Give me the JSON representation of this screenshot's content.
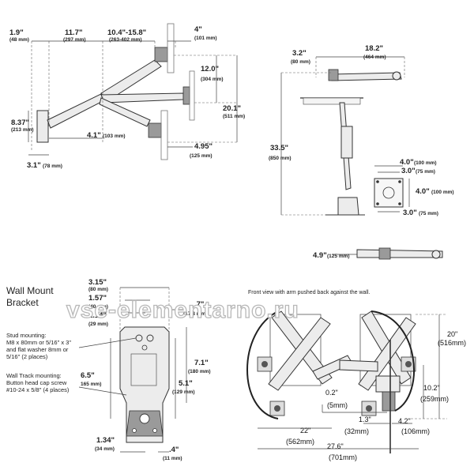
{
  "watermark": "vse-elementarno.ru",
  "side_view": {
    "dims": [
      {
        "id": "dim-1-9",
        "main": "1.9\"",
        "sub": "(48 mm)"
      },
      {
        "id": "dim-11-7",
        "main": "11.7\"",
        "sub": "(297 mm)"
      },
      {
        "id": "dim-10-4-15-8",
        "main": "10.4\"-15.8\"",
        "sub": "(263-402 mm)"
      },
      {
        "id": "dim-4",
        "main": "4\"",
        "sub": "(101 mm)"
      },
      {
        "id": "dim-12-0",
        "main": "12.0\"",
        "sub": "(304 mm)"
      },
      {
        "id": "dim-20-1",
        "main": "20.1\"",
        "sub": "(511 mm)"
      },
      {
        "id": "dim-8-37",
        "main": "8.37\"",
        "sub": "(213 mm)"
      },
      {
        "id": "dim-4-1",
        "main": "4.1\"",
        "sub": "(103 mm)"
      },
      {
        "id": "dim-4-95",
        "main": "4.95\"",
        "sub": "(125 mm)"
      },
      {
        "id": "dim-3-1",
        "main": "3.1\"",
        "sub": "(78 mm)"
      }
    ]
  },
  "desk_view": {
    "dims": [
      {
        "id": "dim-3-2",
        "main": "3.2\"",
        "sub": "(80 mm)"
      },
      {
        "id": "dim-18-2",
        "main": "18.2\"",
        "sub": "(464 mm)"
      },
      {
        "id": "dim-33-5",
        "main": "33.5\"",
        "sub": "(850 mm)"
      },
      {
        "id": "dim-4-0-a",
        "main": "4.0\"",
        "sub": "(100 mm)"
      },
      {
        "id": "dim-3-0-a",
        "main": "3.0\"",
        "sub": "(75 mm)"
      },
      {
        "id": "dim-4-0-b",
        "main": "4.0\"",
        "sub": "(100 mm)"
      },
      {
        "id": "dim-3-0-b",
        "main": "3.0\"",
        "sub": "(75 mm)"
      },
      {
        "id": "dim-4-9",
        "main": "4.9\"",
        "sub": "(125 mm)"
      }
    ]
  },
  "bracket": {
    "title_line1": "Wall Mount",
    "title_line2": "Bracket",
    "stud_note": [
      "Stud mounting:",
      "M8 x 80mm or 5/16\" x 3\"",
      "and flat washer 8mm or",
      "5/16\" (2 places)"
    ],
    "track_note": [
      "Wall Track mounting:",
      "Button head cap screw",
      "#10-24 x 5/8\" (4 places)"
    ],
    "dims": [
      {
        "id": "dim-3-15",
        "main": "3.15\"",
        "sub": "(80 mm)"
      },
      {
        "id": "dim-1-57",
        "main": "1.57\"",
        "sub": "(40 mm)"
      },
      {
        "id": "dim-1-14",
        "main": "1.14\"",
        "sub": "(29 mm)"
      },
      {
        "id": "dim-0-7",
        "main": ".7\"",
        "sub": "(17.8 mm)"
      },
      {
        "id": "dim-6-5",
        "main": "6.5\"",
        "sub": "165 mm)"
      },
      {
        "id": "dim-7-1",
        "main": "7.1\"",
        "sub": "(180 mm)"
      },
      {
        "id": "dim-5-1",
        "main": "5.1\"",
        "sub": "(129 mm)"
      },
      {
        "id": "dim-1-34",
        "main": "1.34\"",
        "sub": "(34 mm)"
      },
      {
        "id": "dim-0-4",
        "main": ".4\"",
        "sub": "(11 mm)"
      }
    ]
  },
  "front_view": {
    "caption": "Front view with arm pushed back against the wall.",
    "dims": [
      {
        "id": "dim-20",
        "main": "20\"",
        "sub": "(516mm)"
      },
      {
        "id": "dim-10-2",
        "main": "10.2\"",
        "sub": "(259mm)"
      },
      {
        "id": "dim-0-2",
        "main": "0.2\"",
        "sub": "(5mm)"
      },
      {
        "id": "dim-1-3",
        "main": "1.3\"",
        "sub": "(32mm)"
      },
      {
        "id": "dim-4-2",
        "main": "4.2\"",
        "sub": "(106mm)"
      },
      {
        "id": "dim-22",
        "main": "22\"",
        "sub": "(562mm)"
      },
      {
        "id": "dim-27-6",
        "main": "27.6\"",
        "sub": "(701mm)"
      }
    ]
  }
}
